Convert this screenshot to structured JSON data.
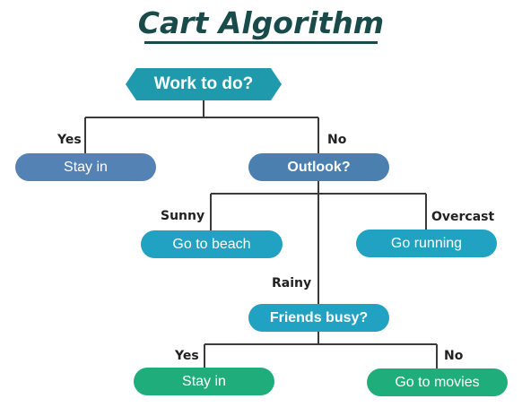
{
  "title": "Cart Algorithm",
  "colors": {
    "title": "#1a4b4b",
    "connector": "#3a3a3a",
    "root": "#1f9aac",
    "decision_blue": "#4a7fb0",
    "decision_teal": "#22a2c2",
    "leaf_blue": "#5582b5",
    "leaf_cyan": "#22a2c2",
    "leaf_green": "#20ad7c"
  },
  "nodes": {
    "root": "Work to do?",
    "stay_in_1": "Stay in",
    "outlook": "Outlook?",
    "go_to_beach": "Go to beach",
    "go_running": "Go running",
    "friends_busy": "Friends busy?",
    "stay_in_2": "Stay in",
    "go_to_movies": "Go to movies"
  },
  "edges": {
    "yes_1": "Yes",
    "no_1": "No",
    "sunny": "Sunny",
    "overcast": "Overcast",
    "rainy": "Rainy",
    "yes_2": "Yes",
    "no_2": "No"
  }
}
